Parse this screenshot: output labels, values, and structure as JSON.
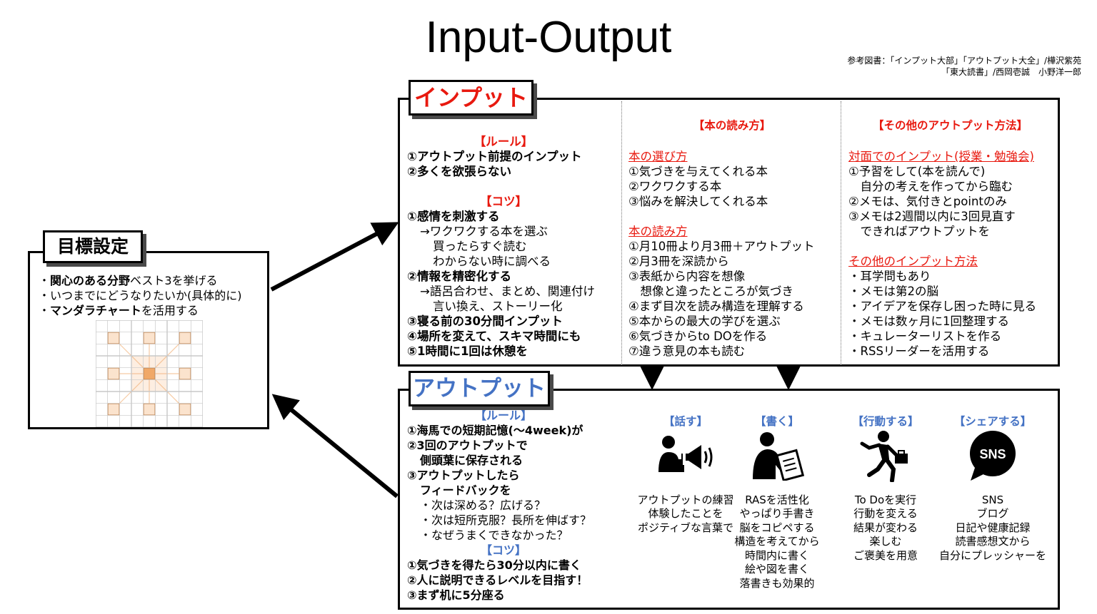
{
  "title": "Input-Output",
  "reference": [
    "参考図書：「インプット大部」「アウトプット大全」/樺沢紫苑",
    "「東大読書」/西岡壱誠　小野洋一郎"
  ],
  "goal": {
    "label": "目標設定",
    "lines": [
      {
        "bold": "関心のある分野",
        "rest": "ベスト3を挙げる"
      },
      {
        "bold": "",
        "rest": "いつまでにどうなりたいか(具体的に)"
      },
      {
        "bold": "マンダラチャート",
        "rest": "を活用する"
      }
    ],
    "colors": {
      "center": "#f0a868",
      "sub": "#fbe3cd",
      "grid": "#c8c8c8"
    }
  },
  "input": {
    "label": "インプット",
    "col1": {
      "rules_head": "【ルール】",
      "rules": [
        "①アウトプット前提のインプット",
        "②多くを欲張らない"
      ],
      "tips_head": "【コツ】",
      "tips": [
        {
          "text": "①感情を刺激する",
          "bold": true,
          "indent": 0
        },
        {
          "text": "→ワクワクする本を選ぶ",
          "bold": false,
          "indent": 1
        },
        {
          "text": "買ったらすぐ読む",
          "bold": false,
          "indent": 2
        },
        {
          "text": "わからない時に調べる",
          "bold": false,
          "indent": 2
        },
        {
          "text": "②情報を精密化する",
          "bold": true,
          "indent": 0
        },
        {
          "text": "→語呂合わせ、まとめ、関連付け",
          "bold": false,
          "indent": 1
        },
        {
          "text": "言い換え、ストーリー化",
          "bold": false,
          "indent": 2
        },
        {
          "text": "③寝る前の30分間インプット",
          "bold": true,
          "indent": 0
        },
        {
          "text": "④場所を変えて、スキマ時間にも",
          "bold": true,
          "indent": 0
        },
        {
          "text": "⑤1時間に1回は休憩を",
          "bold": true,
          "indent": 0
        }
      ]
    },
    "col2": {
      "head": "【本の読み方】",
      "sec1_title": "本の選び方",
      "sec1": [
        "①気づきを与えてくれる本",
        "②ワクワクする本",
        "③悩みを解決してくれる本"
      ],
      "sec2_title": "本の読み方",
      "sec2": [
        "①月10冊より月3冊＋アウトプット",
        "②月3冊を深読から",
        "③表紙から内容を想像",
        "　想像と違ったところが気づき",
        "④まず目次を読み構造を理解する",
        "⑤本からの最大の学びを選ぶ",
        "⑥気づきからto DOを作る",
        "⑦違う意見の本も読む"
      ]
    },
    "col3": {
      "head": "【その他のアウトプット方法】",
      "sec1_title": "対面でのインプット(授業・勉強会)",
      "sec1": [
        "①予習をして(本を読んで)",
        "　自分の考えを作ってから臨む",
        "②メモは、気付きとpointのみ",
        "③メモは2週間以内に3回見直す",
        "　できればアウトプットを"
      ],
      "sec2_title": "その他のインプット方法",
      "sec2": [
        "・耳学問もあり",
        "・メモは第2の脳",
        "・アイデアを保存し困った時に見る",
        "・メモは数ヶ月に1回整理する",
        "・キュレーターリストを作る",
        "・RSSリーダーを活用する"
      ]
    }
  },
  "output": {
    "label": "アウトプット",
    "rules_head": "【ルール】",
    "rules": [
      {
        "text": "①海馬での短期記憶(〜4week)が",
        "bold": true,
        "indent": 0
      },
      {
        "text": "②3回のアウトプットで",
        "bold": true,
        "indent": 0
      },
      {
        "text": "側頭葉に保存される",
        "bold": true,
        "indent": 1
      },
      {
        "text": "③アウトプットしたら",
        "bold": true,
        "indent": 0
      },
      {
        "text": "フィードバックを",
        "bold": true,
        "indent": 1
      },
      {
        "text": "・次は深める？広げる？",
        "bold": false,
        "indent": 1
      },
      {
        "text": "・次は短所克服？長所を伸ばす？",
        "bold": false,
        "indent": 1
      },
      {
        "text": "・なぜうまくできなかった？",
        "bold": false,
        "indent": 1
      }
    ],
    "tips_head": "【コツ】",
    "tips": [
      "①気づきを得たら30分以内に書く",
      "②人に説明できるレベルを目指す！",
      "③まず机に5分座る"
    ],
    "methods": [
      {
        "head": "【話す】",
        "icon": "megaphone-speaker-icon",
        "lines": [
          "アウトプットの練習",
          "体験したことを",
          "ポジティブな言葉で"
        ]
      },
      {
        "head": "【書く】",
        "icon": "person-writing-icon",
        "lines": [
          "RASを活性化",
          "やっぱり手書き",
          "脳をコピペする",
          "構造を考えてから",
          "時間内に書く",
          "絵や図を書く",
          "落書きも効果的"
        ]
      },
      {
        "head": "【行動する】",
        "icon": "running-businessman-icon",
        "lines": [
          "To Doを実行",
          "行動を変える",
          "結果が変わる",
          "楽しむ",
          "ご褒美を用意"
        ]
      },
      {
        "head": "【シェアする】",
        "icon": "sns-bubble-icon",
        "icon_text": "SNS",
        "lines": [
          "SNS",
          "ブログ",
          "日記や健康記録",
          "読書感想文から",
          "自分にプレッシャーを"
        ]
      }
    ]
  }
}
